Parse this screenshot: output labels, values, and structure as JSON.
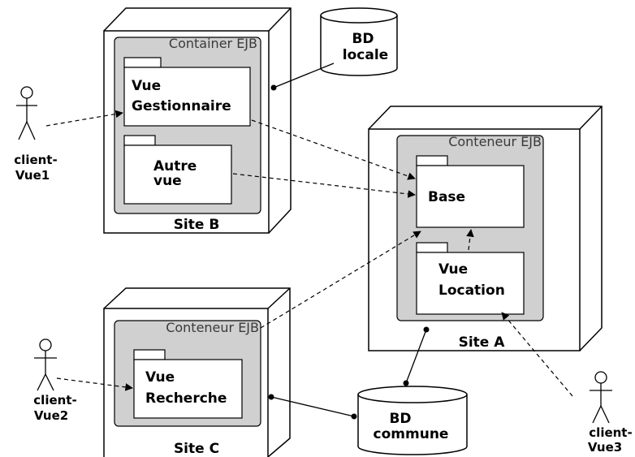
{
  "nodes": {
    "site_b": {
      "label": "Site B",
      "container_label": "Container EJB"
    },
    "site_a": {
      "label": "Site A",
      "container_label": "Conteneur EJB"
    },
    "site_c": {
      "label": "Site C",
      "container_label": "Conteneur EJB"
    }
  },
  "packages": {
    "vue_gestionnaire": {
      "line1": "Vue",
      "line2": "Gestionnaire"
    },
    "autre_vue": {
      "line1": "Autre",
      "line2": "vue"
    },
    "base": {
      "line1": "Base"
    },
    "vue_location": {
      "line1": "Vue",
      "line2": "Location"
    },
    "vue_recherche": {
      "line1": "Vue",
      "line2": "Recherche"
    }
  },
  "databases": {
    "bd_locale": {
      "line1": "BD",
      "line2": "locale"
    },
    "bd_commune": {
      "line1": "BD",
      "line2": "commune"
    }
  },
  "actors": {
    "client_vue1": {
      "line1": "client-",
      "line2": "Vue1"
    },
    "client_vue2": {
      "line1": "client-",
      "line2": "Vue2"
    },
    "client_vue3": {
      "line1": "client-",
      "line2": "Vue3"
    }
  }
}
